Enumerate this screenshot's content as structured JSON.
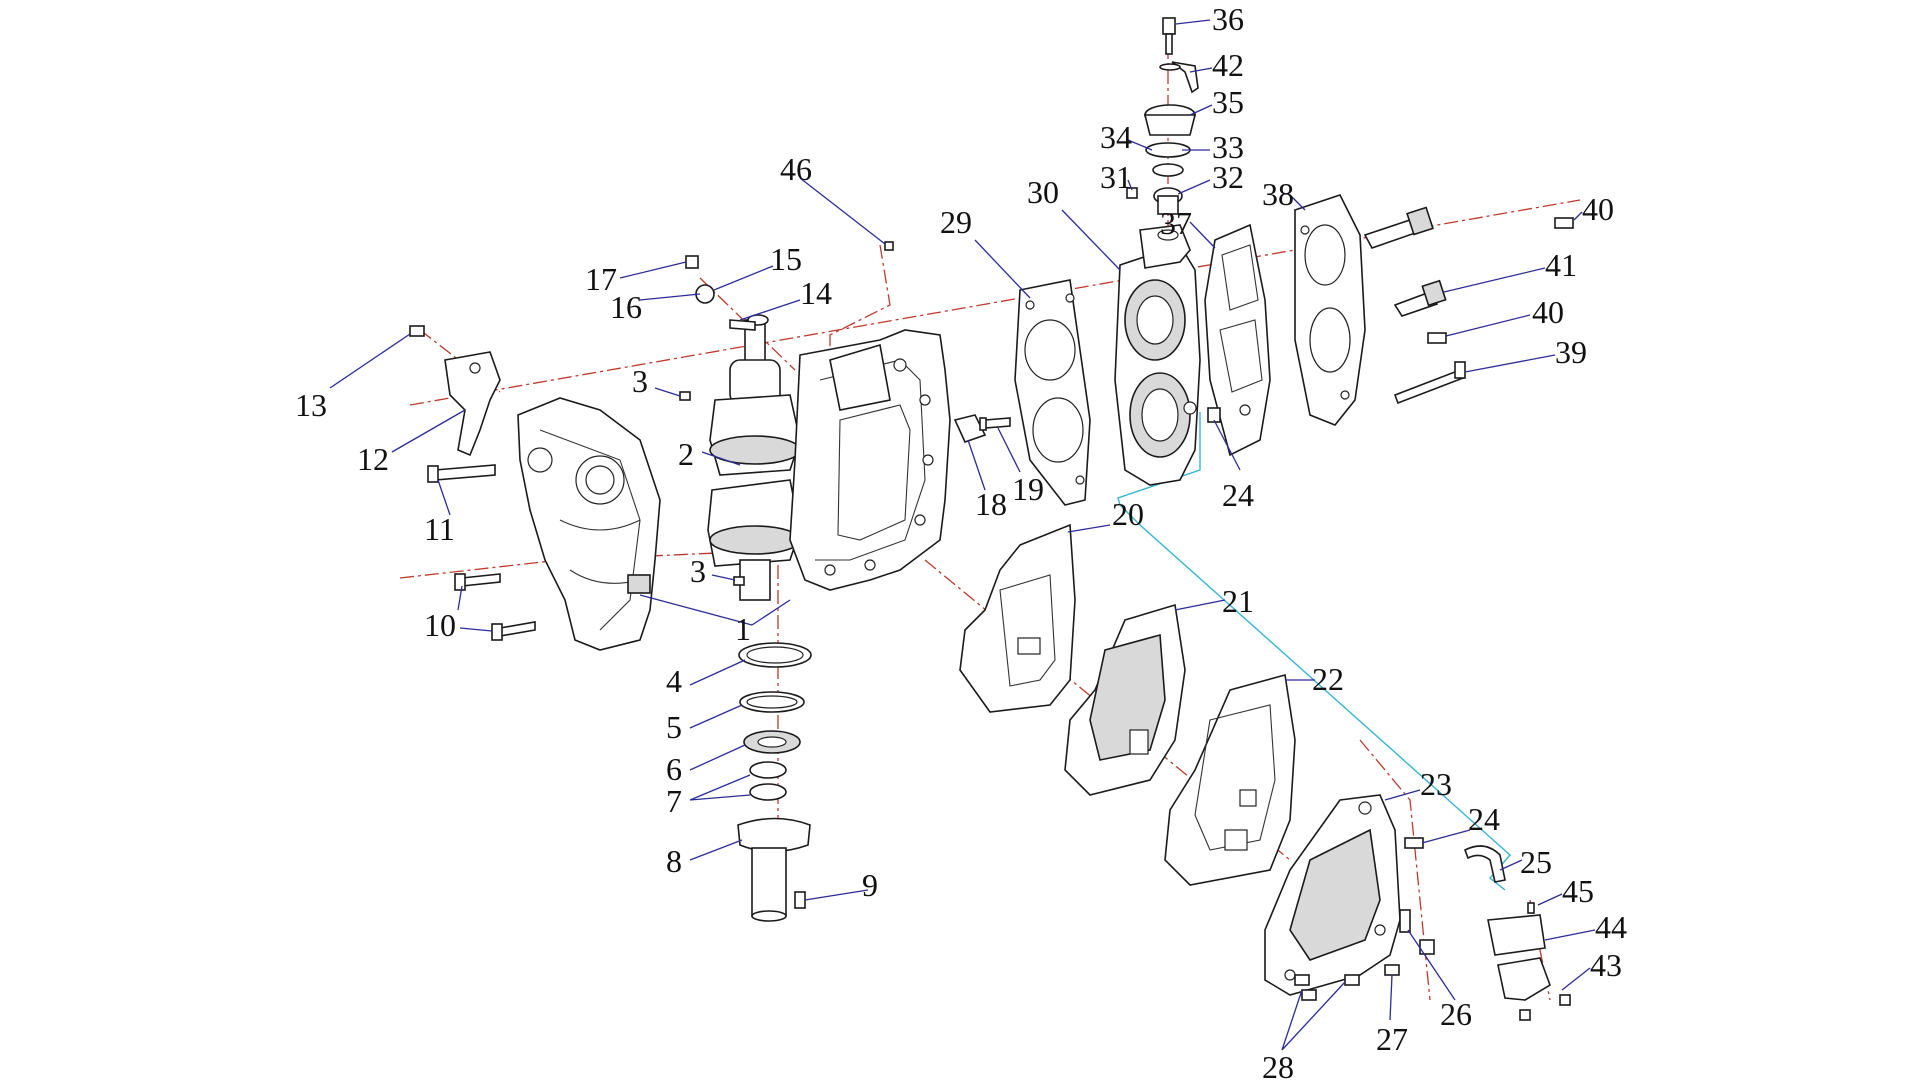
{
  "diagram": {
    "type": "exploded-parts-diagram",
    "colors": {
      "leader": "#2b2b9a",
      "centerline": "#c0392b",
      "hose_path": "#35b5d5",
      "outline": "#1a1a1a"
    },
    "callouts": [
      {
        "id": "c1",
        "label": "1"
      },
      {
        "id": "c2",
        "label": "2"
      },
      {
        "id": "c3a",
        "label": "3"
      },
      {
        "id": "c3b",
        "label": "3"
      },
      {
        "id": "c4",
        "label": "4"
      },
      {
        "id": "c5",
        "label": "5"
      },
      {
        "id": "c6",
        "label": "6"
      },
      {
        "id": "c7",
        "label": "7"
      },
      {
        "id": "c8",
        "label": "8"
      },
      {
        "id": "c9",
        "label": "9"
      },
      {
        "id": "c10",
        "label": "10"
      },
      {
        "id": "c11",
        "label": "11"
      },
      {
        "id": "c12",
        "label": "12"
      },
      {
        "id": "c13",
        "label": "13"
      },
      {
        "id": "c14",
        "label": "14"
      },
      {
        "id": "c15",
        "label": "15"
      },
      {
        "id": "c16",
        "label": "16"
      },
      {
        "id": "c17",
        "label": "17"
      },
      {
        "id": "c18",
        "label": "18"
      },
      {
        "id": "c19",
        "label": "19"
      },
      {
        "id": "c20",
        "label": "20"
      },
      {
        "id": "c21",
        "label": "21"
      },
      {
        "id": "c22",
        "label": "22"
      },
      {
        "id": "c23",
        "label": "23"
      },
      {
        "id": "c24a",
        "label": "24"
      },
      {
        "id": "c24b",
        "label": "24"
      },
      {
        "id": "c25",
        "label": "25"
      },
      {
        "id": "c26",
        "label": "26"
      },
      {
        "id": "c27",
        "label": "27"
      },
      {
        "id": "c28",
        "label": "28"
      },
      {
        "id": "c29",
        "label": "29"
      },
      {
        "id": "c30",
        "label": "30"
      },
      {
        "id": "c31",
        "label": "31"
      },
      {
        "id": "c32",
        "label": "32"
      },
      {
        "id": "c33",
        "label": "33"
      },
      {
        "id": "c34",
        "label": "34"
      },
      {
        "id": "c35",
        "label": "35"
      },
      {
        "id": "c36",
        "label": "36"
      },
      {
        "id": "c37",
        "label": "37"
      },
      {
        "id": "c38",
        "label": "38"
      },
      {
        "id": "c39",
        "label": "39"
      },
      {
        "id": "c40a",
        "label": "40"
      },
      {
        "id": "c40b",
        "label": "40"
      },
      {
        "id": "c41",
        "label": "41"
      },
      {
        "id": "c42",
        "label": "42"
      },
      {
        "id": "c43",
        "label": "43"
      },
      {
        "id": "c44",
        "label": "44"
      },
      {
        "id": "c45",
        "label": "45"
      },
      {
        "id": "c46",
        "label": "46"
      }
    ]
  }
}
